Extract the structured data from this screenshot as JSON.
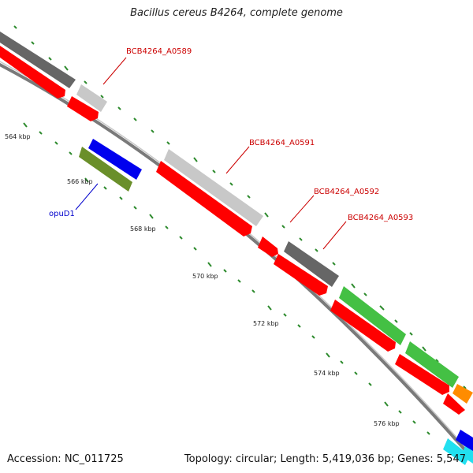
{
  "map": {
    "title": "Bacillus cereus B4264, complete genome",
    "accession": "Accession: NC_011725",
    "summary": "Topology: circular; Length: 5,419,036 bp; Genes: 5,547"
  },
  "scale_labels": [
    "564 kbp",
    "566 kbp",
    "568 kbp",
    "570 kbp",
    "572 kbp",
    "574 kbp",
    "576 kbp"
  ],
  "gene_labels": [
    {
      "text": "BCB4264_A0589",
      "color": "#cc0000"
    },
    {
      "text": "BCB4264_A0591",
      "color": "#cc0000"
    },
    {
      "text": "BCB4264_A0592",
      "color": "#cc0000"
    },
    {
      "text": "BCB4264_A0593",
      "color": "#cc0000"
    },
    {
      "text": "opuD1",
      "color": "#0000cc"
    }
  ],
  "colors": {
    "cds_red": "#ff0000",
    "dark_gray": "#666666",
    "light_gray": "#c8c8c8",
    "green": "#44c044",
    "olive": "#6a8f2a",
    "blue": "#0000ee",
    "orange": "#ff8c00",
    "cyan": "#22e0f0",
    "backbone": "#888888",
    "tick_green": "#2e8b2e"
  }
}
